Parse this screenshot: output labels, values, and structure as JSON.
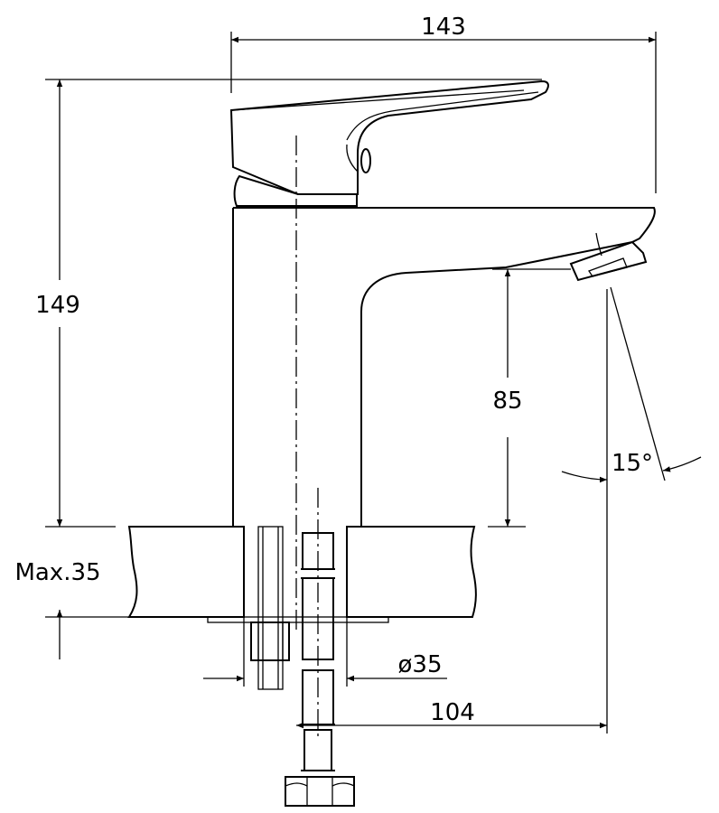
{
  "drawing": {
    "dimensions": {
      "overall_width": "143",
      "overall_height": "149",
      "spout_height": "85",
      "max_deck_thickness": "Max.35",
      "mounting_hole": "ø35",
      "spout_reach": "104",
      "spray_angle": "15°"
    }
  }
}
